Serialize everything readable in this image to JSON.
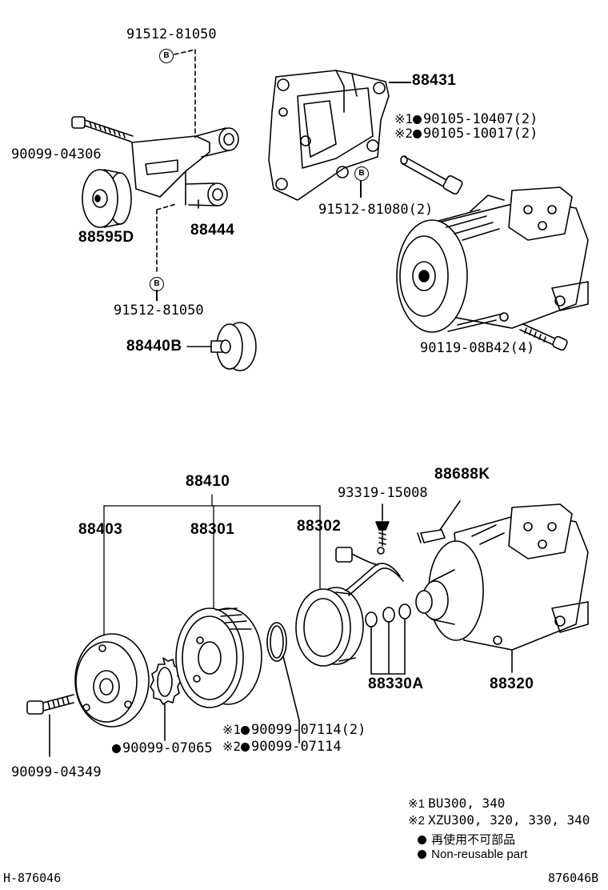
{
  "parts": {
    "p91512_81050_top": "91512-81050",
    "p90099_04306": "90099-04306",
    "p88595D": "88595D",
    "p88444": "88444",
    "p91512_81050_bot": "91512-81050",
    "p88440B": "88440B",
    "p88431": "88431",
    "p90105_10407": "90105-10407(2)",
    "p90105_10017": "90105-10017(2)",
    "p91512_81080": "91512-81080(2)",
    "p90119_08B42": "90119-08B42(4)",
    "p88410": "88410",
    "p88403": "88403",
    "p88301": "88301",
    "p88302": "88302",
    "p93319_15008": "93319-15008",
    "p88688K": "88688K",
    "p88330A": "88330A",
    "p88320": "88320",
    "p90099_07114_2": "90099-07114(2)",
    "p90099_07114": "90099-07114",
    "p90099_07065": "90099-07065",
    "p90099_04349": "90099-04349"
  },
  "markers": {
    "note1": "※1",
    "note2": "※2",
    "b": "B"
  },
  "legend": {
    "line1_mark": "※1",
    "line1_text": "BU300, 340",
    "line2_mark": "※2",
    "line2_text": "XZU300, 320, 330, 340",
    "line3_text": "再使用不可部品",
    "line4_text": "Non-reusable part"
  },
  "footer": {
    "left_code": "H-876046",
    "right_code": "876046B"
  }
}
